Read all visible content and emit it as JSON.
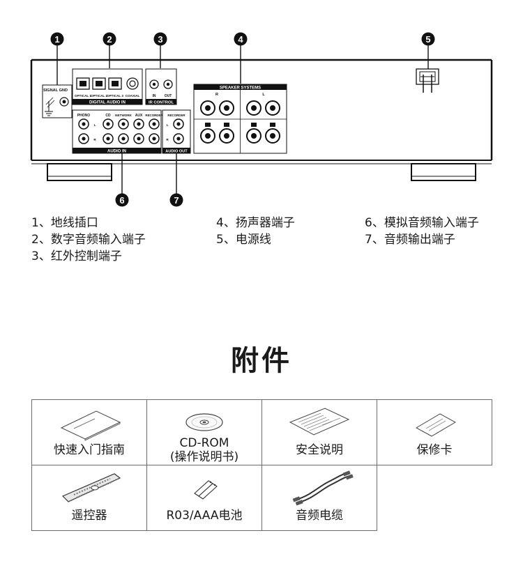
{
  "panel": {
    "callouts": [
      "1",
      "2",
      "3",
      "4",
      "5",
      "6",
      "7"
    ],
    "labels": {
      "signal_gnd": "SIGNAL GND",
      "optical_1": "OPTICAL 1",
      "optical_2": "OPTICAL 2",
      "optical_3": "OPTICAL 3",
      "coaxial": "COAXIAL",
      "digital_audio_in": "DIGITAL AUDIO IN",
      "ir_in": "IN",
      "ir_out": "OUT",
      "ir_control": "IR CONTROL",
      "speaker_systems": "SPEAKER SYSTEMS",
      "phono": "PHONO",
      "cd": "CD",
      "network": "NETWORK",
      "aux": "AUX",
      "recorder_in": "RECORDER",
      "audio_in": "AUDIO IN",
      "recorder_out": "RECORDER",
      "audio_out": "AUDIO OUT",
      "l": "L",
      "r": "R"
    }
  },
  "legend": {
    "col1": [
      "1、地线插口",
      "2、数字音频输入端子",
      "3、红外控制端子"
    ],
    "col2": [
      "4、扬声器端子",
      "5、电源线"
    ],
    "col3": [
      "6、模拟音频输入端子",
      "7、音频输出端子"
    ]
  },
  "accessories": {
    "title": "附件",
    "items": [
      {
        "label": "快速入门指南",
        "icon": "manual-icon"
      },
      {
        "label": "CD-ROM",
        "label2": "(操作说明书)",
        "icon": "cd-rom-icon"
      },
      {
        "label": "安全说明",
        "icon": "safety-sheet-icon"
      },
      {
        "label": "保修卡",
        "icon": "warranty-card-icon"
      },
      {
        "label": "遥控器",
        "icon": "remote-control-icon"
      },
      {
        "label": "R03/AAA电池",
        "icon": "battery-icon"
      },
      {
        "label": "音频电缆",
        "icon": "audio-cable-icon"
      }
    ]
  }
}
